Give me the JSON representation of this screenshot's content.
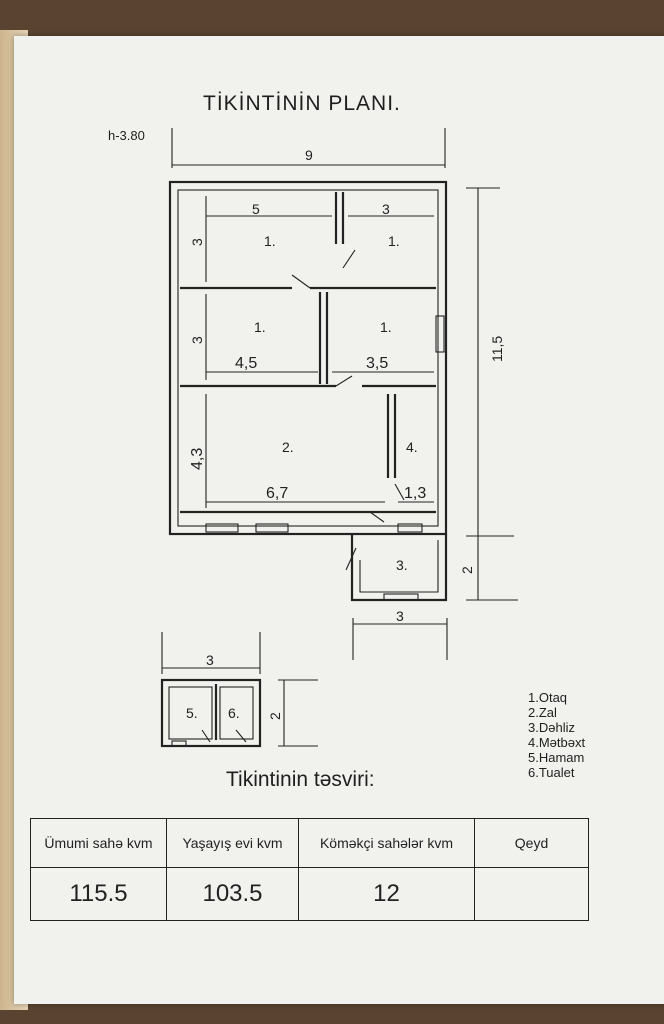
{
  "document": {
    "title": "TİKİNTİNİN PLANI.",
    "height_label": "h-3.80",
    "description_title": "Tikintinin təsviri:"
  },
  "plan": {
    "dimensions": {
      "overall_width": "9",
      "overall_length": "11,5",
      "room_top_left_width": "5",
      "room_top_right_width": "3",
      "room_top_depth": "3",
      "room_mid_depth": "3",
      "room_mid_left_width": "4,5",
      "room_mid_right_width": "3,5",
      "hall_depth": "4,3",
      "hall_width": "6,7",
      "kitchen_width": "1,3",
      "hallway_depth": "2",
      "hallway_width": "3",
      "outbuilding_width": "3",
      "outbuilding_depth": "2"
    },
    "room_labels": {
      "room_a": "1.",
      "room_b": "1.",
      "room_c": "1.",
      "room_d": "1.",
      "hall": "2.",
      "hallway": "3.",
      "kitchen": "4.",
      "bathroom": "5.",
      "toilet": "6."
    }
  },
  "legend": [
    "1.Otaq",
    "2.Zal",
    "3.Dəhliz",
    "4.Mətbəxt",
    "5.Hamam",
    "6.Tualet"
  ],
  "summary_table": {
    "headers": [
      "Ümumi sahə  kvm",
      "Yaşayış evi  kvm",
      "Köməkçi sahələr  kvm",
      "Qeyd"
    ],
    "values": [
      "115.5",
      "103.5",
      "12",
      ""
    ]
  }
}
